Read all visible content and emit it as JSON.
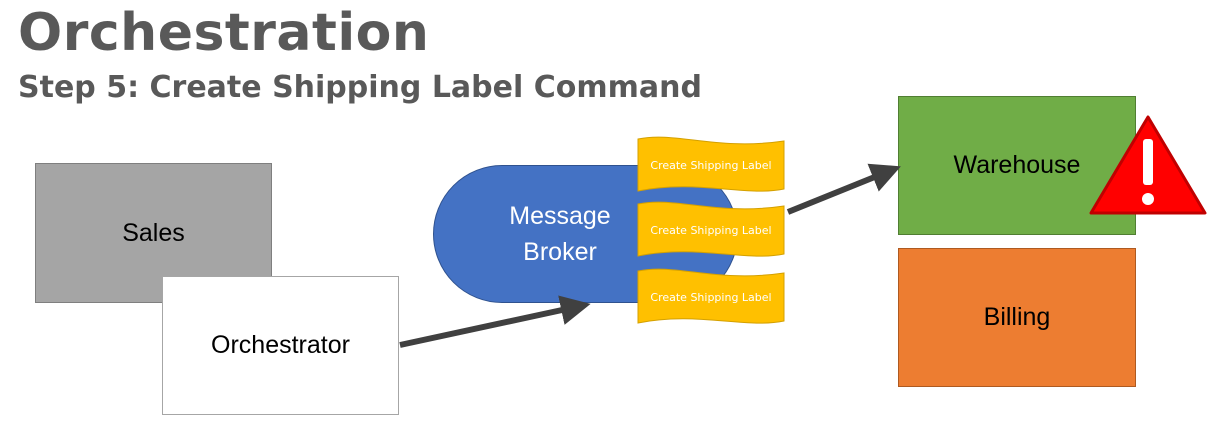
{
  "title": "Orchestration",
  "subtitle": "Step 5: Create Shipping Label Command",
  "nodes": {
    "sales": "Sales",
    "orchestrator": "Orchestrator",
    "broker_line1": "Message",
    "broker_line2": "Broker",
    "warehouse": "Warehouse",
    "billing": "Billing"
  },
  "messages": [
    "Create Shipping Label",
    "Create Shipping Label",
    "Create Shipping Label"
  ],
  "icons": {
    "warning": "warning-triangle-icon"
  },
  "colors": {
    "title_text": "#595959",
    "sales": "#a5a5a5",
    "orchestrator": "#ffffff",
    "broker": "#4472c4",
    "message_flag": "#ffc000",
    "warehouse": "#70ad47",
    "billing": "#ed7d31",
    "arrow": "#404040",
    "warning": "#ff0000"
  }
}
